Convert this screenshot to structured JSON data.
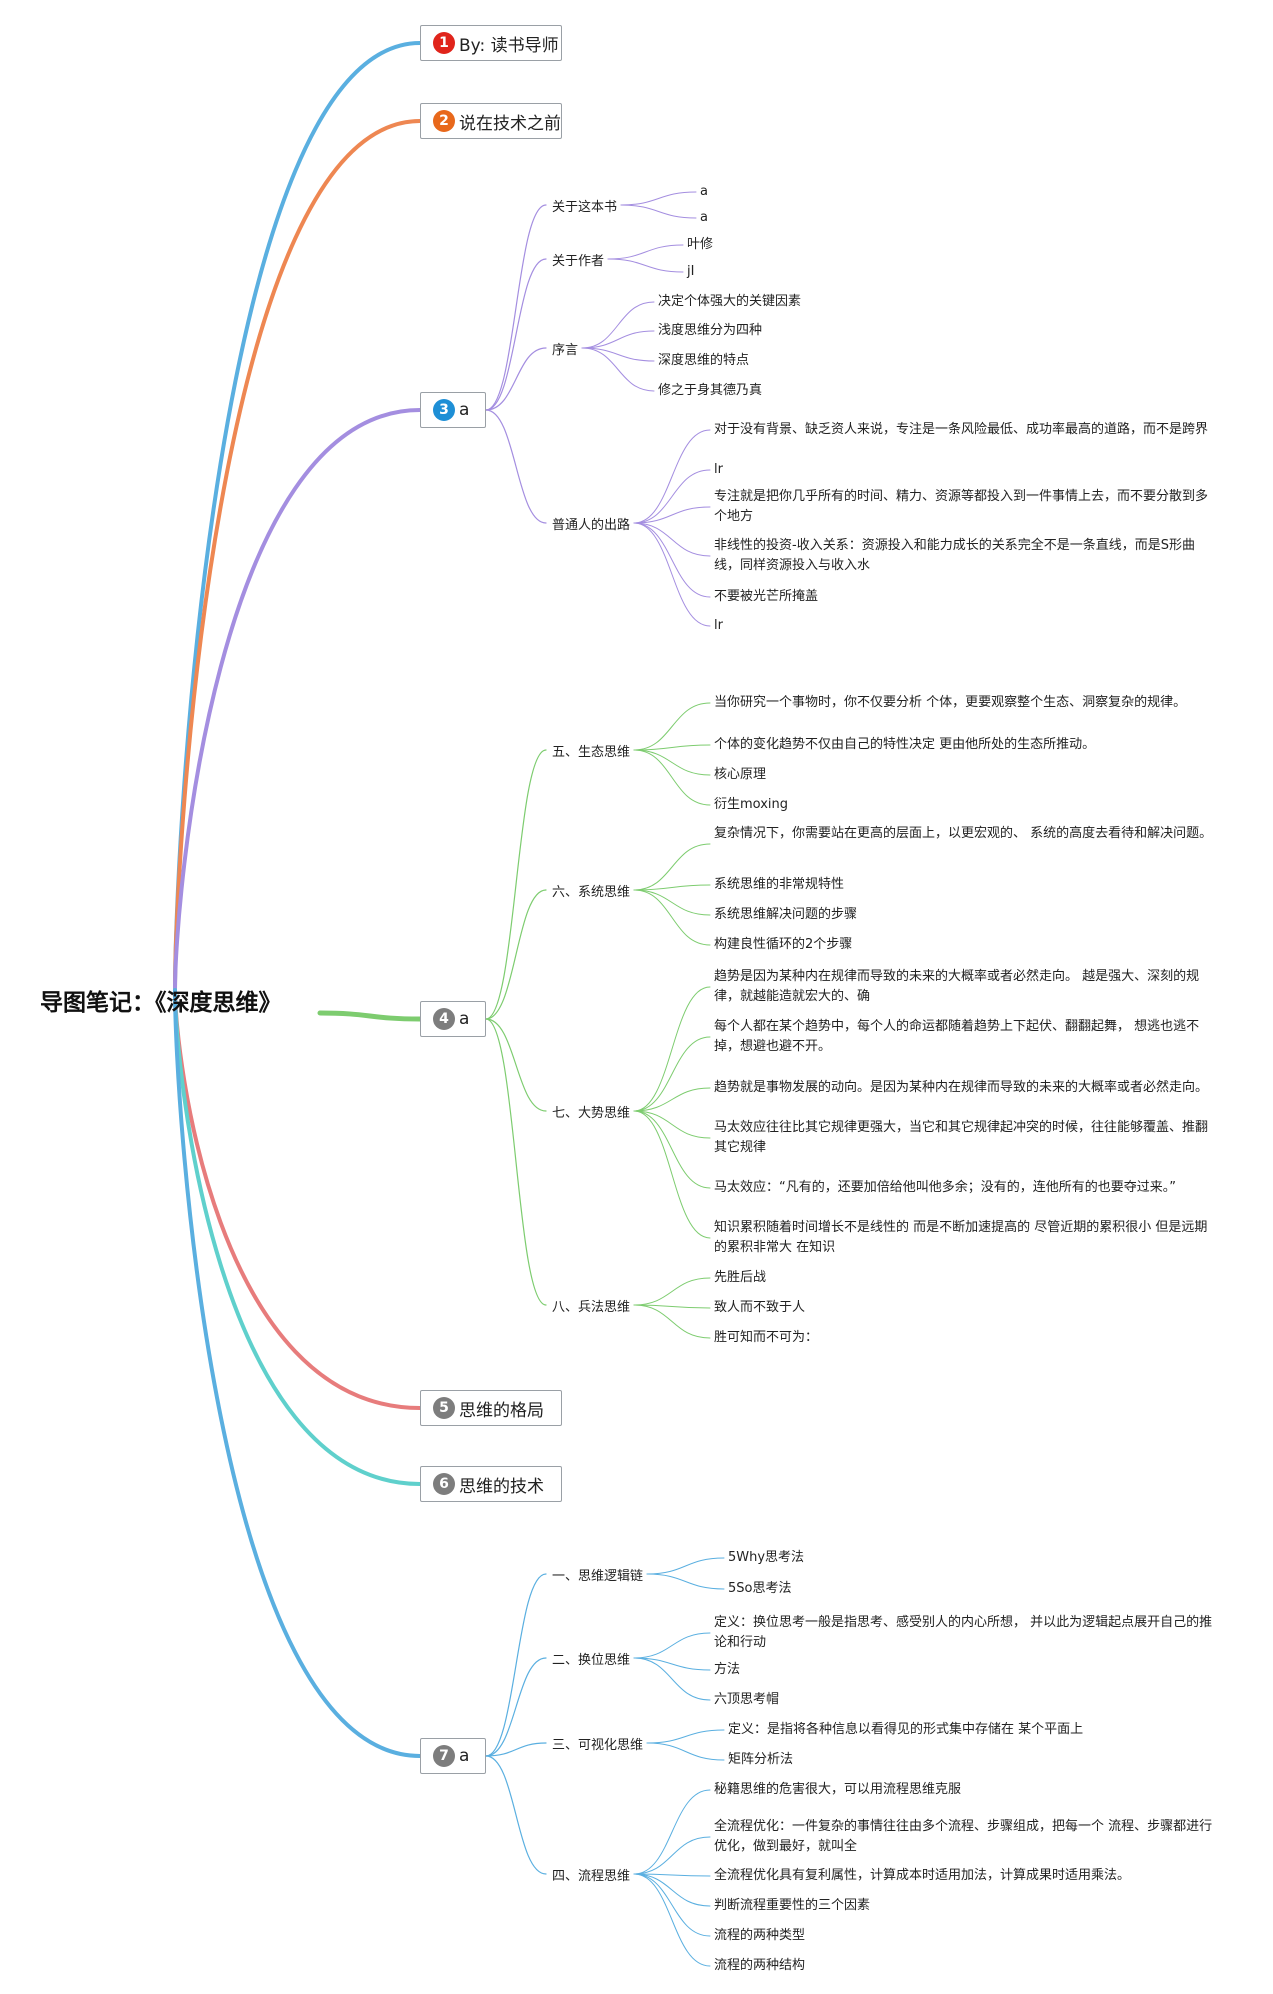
{
  "root": {
    "title": "导图笔记：《深度思维》"
  },
  "colors": {
    "b1": "#5aafe0",
    "b2": "#ee8752",
    "b3": "#a48ee0",
    "b4": "#7dcc6f",
    "b5": "#e77c7c",
    "b6": "#5fd0cc",
    "b7": "#5aafe0",
    "badge1": "#e0241b",
    "badge2": "#e8681b",
    "badge3": "#1e8fd6",
    "badge_gray": "#7d7d7d"
  },
  "branches": [
    {
      "num": "1",
      "label": "By: 读书导师"
    },
    {
      "num": "2",
      "label": "说在技术之前"
    },
    {
      "num": "3",
      "label": "a"
    },
    {
      "num": "4",
      "label": "a"
    },
    {
      "num": "5",
      "label": "思维的格局"
    },
    {
      "num": "6",
      "label": "思维的技术"
    },
    {
      "num": "7",
      "label": "a"
    }
  ],
  "b3": [
    {
      "label": "关于这本书",
      "children": [
        "a",
        "a"
      ]
    },
    {
      "label": "关于作者",
      "children": [
        "叶修",
        "jI"
      ]
    },
    {
      "label": "序言",
      "children": [
        "决定个体强大的关键因素",
        "浅度思维分为四种",
        "深度思维的特点",
        "修之于身其德乃真"
      ]
    },
    {
      "label": "普通人的出路",
      "children": [
        "对于没有背景、缺乏资人来说，专注是一条风险最低、成功率最高的道路，而不是跨界",
        "lr",
        "专注就是把你几乎所有的时间、精力、资源等都投入到一件事情上去，而不要分散到多个地方",
        "非线性的投资-收入关系：资源投入和能力成长的关系完全不是一条直线，而是S形曲线，同样资源投入与收入水",
        "不要被光芒所掩盖",
        "lr"
      ]
    }
  ],
  "b4": [
    {
      "label": "五、生态思维",
      "children": [
        "当你研究一个事物时，你不仅要分析 个体，更要观察整个生态、洞察复杂的规律。",
        "个体的变化趋势不仅由自己的特性决定 更由他所处的生态所推动。",
        "核心原理",
        "衍生moxing"
      ]
    },
    {
      "label": "六、系统思维",
      "children": [
        "复杂情况下，你需要站在更高的层面上，以更宏观的、 系统的高度去看待和解决问题。",
        "系统思维的非常规特性",
        "系统思维解决问题的步骤",
        "构建良性循环的2个步骤"
      ]
    },
    {
      "label": "七、大势思维",
      "children": [
        "趋势是因为某种内在规律而导致的未来的大概率或者必然走向。 越是强大、深刻的规律，就越能造就宏大的、确",
        "每个人都在某个趋势中，每个人的命运都随着趋势上下起伏、翻翻起舞， 想逃也逃不掉，想避也避不开。",
        "趋势就是事物发展的动向。是因为某种内在规律而导致的未来的大概率或者必然走向。",
        "马太效应往往比其它规律更强大，当它和其它规律起冲突的时候，往往能够覆盖、推翻其它规律",
        "马太效应：“凡有的，还要加倍给他叫他多余；没有的，连他所有的也要夺过来。”",
        "知识累积随着时间增长不是线性的 而是不断加速提高的 尽管近期的累积很小 但是远期的累积非常大 在知识"
      ]
    },
    {
      "label": "八、兵法思维",
      "children": [
        "先胜后战",
        "致人而不致于人",
        "胜可知而不可为："
      ]
    }
  ],
  "b7": [
    {
      "label": "一、思维逻辑链",
      "children": [
        "5Why思考法",
        "5So思考法"
      ]
    },
    {
      "label": "二、换位思维",
      "children": [
        "定义：换位思考一般是指思考、感受别人的内心所想， 并以此为逻辑起点展开自己的推论和行动",
        "方法",
        "六顶思考帽"
      ]
    },
    {
      "label": "三、可视化思维",
      "children": [
        "定义：是指将各种信息以看得见的形式集中存储在 某个平面上",
        "矩阵分析法"
      ]
    },
    {
      "label": "四、流程思维",
      "children": [
        "秘籍思维的危害很大，可以用流程思维克服",
        "全流程优化：一件复杂的事情往往由多个流程、步骤组成，把每一个 流程、步骤都进行优化，做到最好，就叫全",
        "全流程优化具有复利属性，计算成本时适用加法，计算成果时适用乘法。",
        "判断流程重要性的三个因素",
        "流程的两种类型",
        "流程的两种结构"
      ]
    }
  ]
}
